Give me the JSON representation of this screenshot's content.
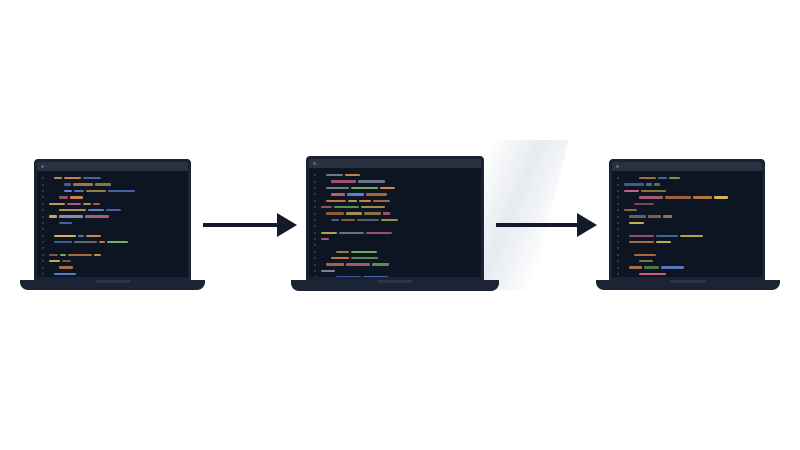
{
  "diagram": {
    "laptops": [
      {
        "id": "laptop-1",
        "title": "",
        "lines": 17
      },
      {
        "id": "laptop-2",
        "title": "",
        "lines": 18
      },
      {
        "id": "laptop-3",
        "title": "",
        "lines": 17
      }
    ],
    "arrows": [
      {
        "from": "laptop-1",
        "to": "laptop-2"
      },
      {
        "from": "laptop-2",
        "to": "laptop-3"
      }
    ],
    "colors": {
      "background": "#ffffff",
      "screen": "#0d1422",
      "frame": "#1b2233",
      "arrow": "#141a2a",
      "syntax_orange": "#e0894a",
      "syntax_yellow": "#e6c25a",
      "syntax_blue": "#5f8fe0",
      "syntax_green": "#7cc36a",
      "syntax_pink": "#d46a8a",
      "syntax_gray": "#8f98ab"
    }
  }
}
